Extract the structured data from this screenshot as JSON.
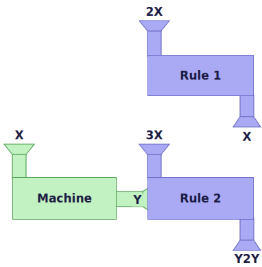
{
  "diagram": {
    "nodes": [
      {
        "text": [
          "Rule 1"
        ]
      },
      {
        "text": [
          "Machine"
        ]
      },
      {
        "text": [
          "Rule 2"
        ]
      }
    ],
    "edges": [
      {
        "from": 1,
        "to": 2,
        "arrow": "none",
        "label": "Y"
      }
    ],
    "labels": [
      "2X",
      "X",
      "X",
      "3X",
      "Y2Y"
    ]
  }
}
